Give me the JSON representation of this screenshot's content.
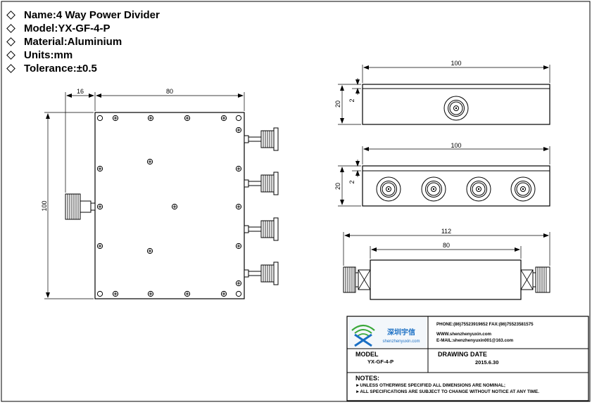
{
  "specs": [
    {
      "label": "Name:4 Way Power Divider"
    },
    {
      "label": "Model:YX-GF-4-P"
    },
    {
      "label": "Material:Aluminium"
    },
    {
      "label": "Units:mm"
    },
    {
      "label": "Tolerance:±0.5"
    }
  ],
  "dimensions": {
    "front_width": "80",
    "front_input_offset": "16",
    "front_height": "100",
    "top_view_1_width": "100",
    "top_view_1_height": "20",
    "top_view_1_step": "2",
    "top_view_2_width": "100",
    "top_view_2_height": "20",
    "top_view_2_step": "2",
    "side_total_width": "112",
    "side_body_width": "80"
  },
  "title_block": {
    "logo_text": "深圳宇信",
    "logo_url": "shenzhenyuxin.com",
    "phone": "PHONE:(86)75523919652   FAX:(86)75523581575",
    "website": "WWW.shenzhenyuxin.com",
    "email": "E-MAIL:shenzhenyuxin001@163.com",
    "model_label": "MODEL",
    "model_value": "YX-GF-4-P",
    "date_label": "DRAWING DATE",
    "date_value": "2015.6.30",
    "notes_label": "NOTES:",
    "note_1": "►UNLESS OTHERWISE SPECIFIED ALL DIMENSIONS ARE NOMINAL;",
    "note_2": "►ALL SPECIFICATIONS ARE SUBJECT TO CHANGE WITHOUT NOTICE AT ANY TIME."
  },
  "colors": {
    "logo_green": "#3aa83a",
    "logo_blue": "#1a6fc4"
  }
}
